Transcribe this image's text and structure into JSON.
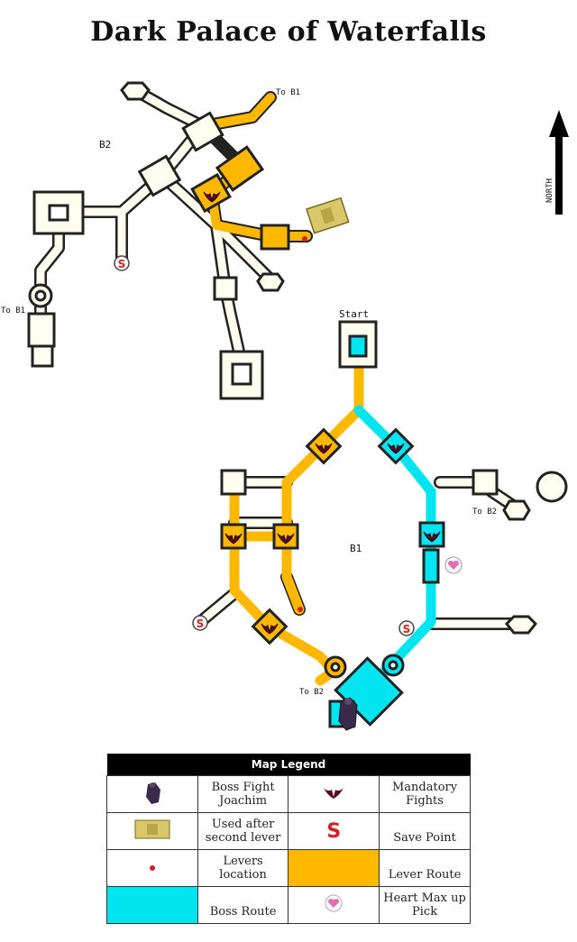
{
  "title": "Dark Palace of Waterfalls",
  "labels": {
    "b2": "B2",
    "b1": "B1",
    "start": "Start",
    "north": "NORTH",
    "to_b1_top": "To B1",
    "to_b1_left": "To B1",
    "to_b2_right": "To B2",
    "to_b2_bottom": "To B2",
    "save_glyph": "S"
  },
  "colors": {
    "lever_route": "#ffb800",
    "boss_route": "#00e5ef",
    "corridor_fill": "#fffff0",
    "corridor_edge": "#222222",
    "save_red": "#d42020"
  },
  "legend": {
    "header": "Map Legend",
    "rows": [
      {
        "icon_a": "boss-icon",
        "text_a": "Boss Fight Joachim",
        "icon_b": "bat-icon",
        "text_b": "Mandatory Fights"
      },
      {
        "icon_a": "card-icon",
        "text_a": "Used after second lever",
        "icon_b": "save-icon",
        "text_b": "Save Point"
      },
      {
        "icon_a": "lever-dot-icon",
        "text_a": "Levers location",
        "icon_b": "orange-swatch",
        "text_b": "Lever Route"
      },
      {
        "icon_a": "cyan-swatch",
        "text_a": "",
        "text_a2": "Boss Route",
        "icon_b": "heart-icon",
        "text_b": "Heart Max up Pick"
      }
    ]
  }
}
